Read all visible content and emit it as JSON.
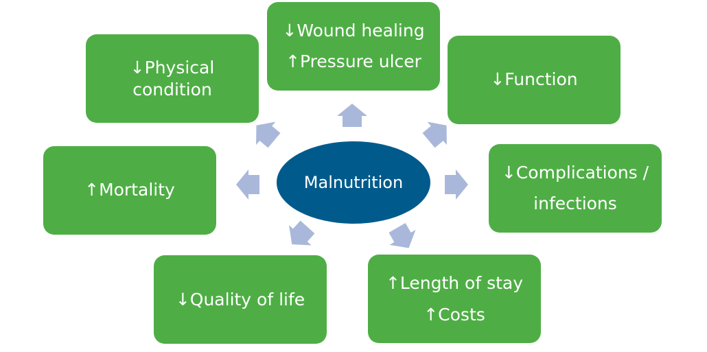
{
  "diagram": {
    "center": {
      "label": "Malnutrition",
      "color": "#005b8c"
    },
    "box_color": "#4eae45",
    "arrow_color": "#a9b8da",
    "text_color": "#ffffff",
    "boxes": [
      {
        "id": "wound",
        "lines": [
          "↓Wound healing",
          "↑Pressure ulcer"
        ]
      },
      {
        "id": "function",
        "lines": [
          "↓Function"
        ]
      },
      {
        "id": "complications",
        "lines": [
          "↓Complications /",
          "infections"
        ]
      },
      {
        "id": "length-of-stay",
        "lines": [
          "↑Length of stay",
          "↑Costs"
        ]
      },
      {
        "id": "quality-of-life",
        "lines": [
          "↓Quality of life"
        ]
      },
      {
        "id": "mortality",
        "lines": [
          "↑Mortality"
        ]
      },
      {
        "id": "physical-condition",
        "lines": [
          "↓Physical",
          "condition"
        ]
      }
    ]
  }
}
